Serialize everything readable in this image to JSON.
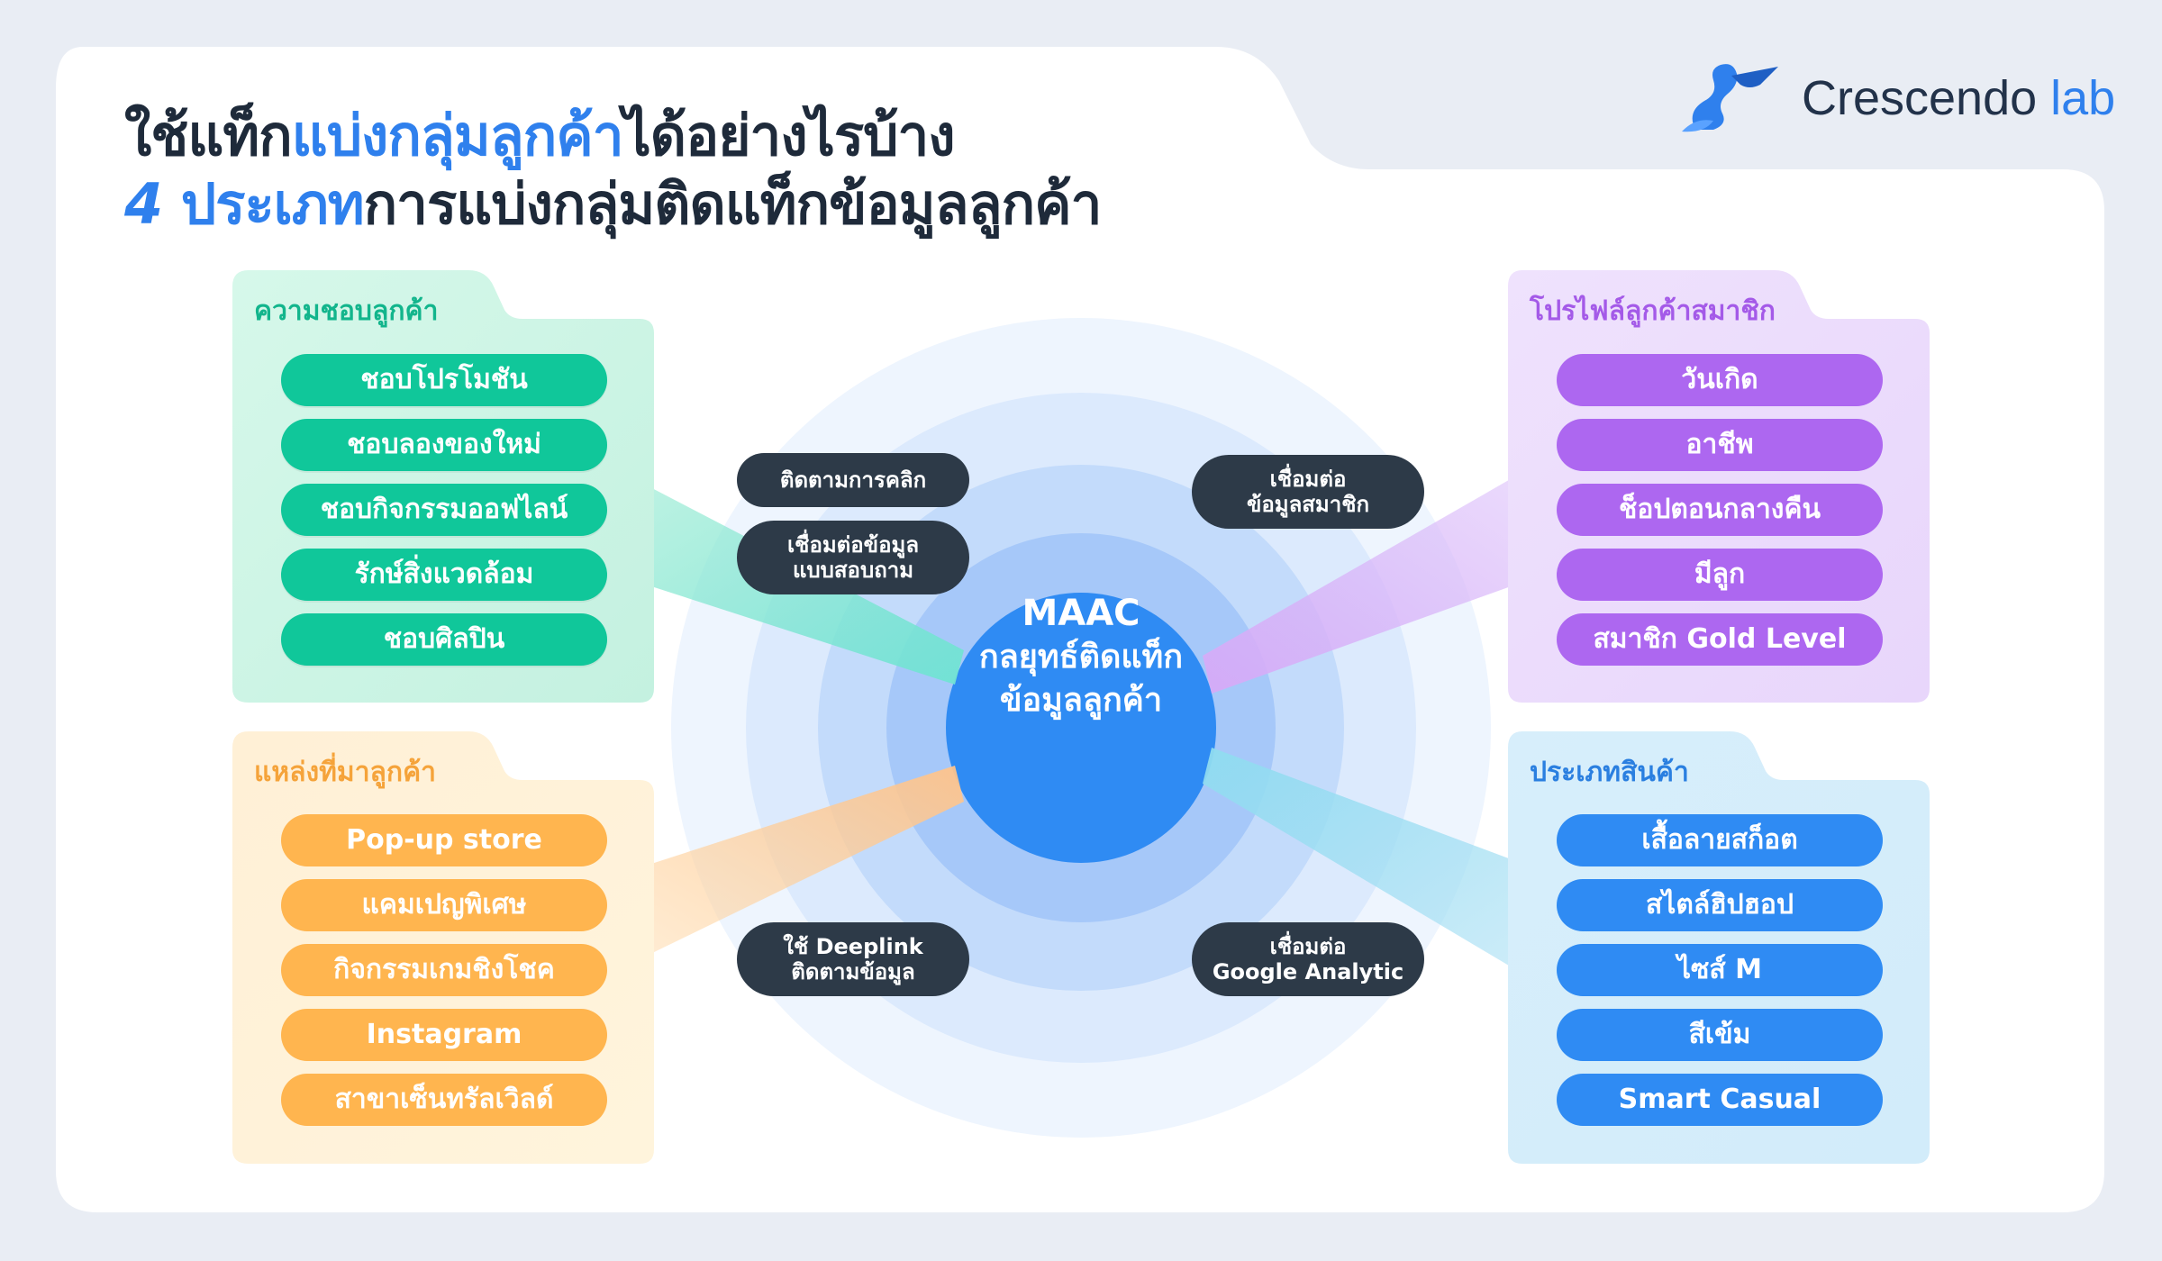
{
  "title": {
    "line1_prefix": "ใช้แท็ก",
    "line1_highlight": "แบ่งกลุ่มลูกค้า",
    "line1_suffix": "ได้อย่างไรบ้าง",
    "line2_num": "4",
    "line2_highlight": " ประเภท",
    "line2_suffix": "การแบ่งกลุ่มติดแท็กข้อมูลลูกค้า"
  },
  "logo": {
    "name": "Crescendo",
    "suffix": " lab"
  },
  "center": {
    "line1": "MAAC",
    "line2": "กลยุทธ์ติดแท็ก",
    "line3": "ข้อมูลลูกค้า"
  },
  "connectors": [
    {
      "label": "ติดตามการคลิก"
    },
    {
      "label": "เชื่อมต่อข้อมูล\nแบบสอบถาม"
    },
    {
      "label": "เชื่อมต่อ\nข้อมูลสมาชิก"
    },
    {
      "label": "ใช้ Deeplink\nติดตามข้อมูล"
    },
    {
      "label": "เชื่อมต่อ\nGoogle Analytic"
    }
  ],
  "groups": {
    "interests": {
      "title": "ความชอบลูกค้า",
      "items": [
        "ชอบโปรโมชัน",
        "ชอบลองของใหม่",
        "ชอบกิจกรรมออฟไลน์",
        "รักษ์สิ่งแวดล้อม",
        "ชอบศิลปิน"
      ]
    },
    "sources": {
      "title": "แหล่งที่มาลูกค้า",
      "items": [
        "Pop-up store",
        "แคมเปญพิเศษ",
        "กิจกรรมเกมชิงโชค",
        "Instagram",
        "สาขาเซ็นทรัลเวิลด์"
      ]
    },
    "profile": {
      "title": "โปรไฟล์ลูกค้าสมาชิก",
      "items": [
        "วันเกิด",
        "อาชีพ",
        "ช็อปตอนกลางคืน",
        "มีลูก",
        "สมาชิก Gold Level"
      ]
    },
    "products": {
      "title": "ประเภทสินค้า",
      "items": [
        "เสื้อลายสก็อต",
        "สไตล์ฮิปฮอป",
        "ไซส์ M",
        "สีเข้ม",
        "Smart Casual"
      ]
    }
  },
  "colors": {
    "green": "#10c79a",
    "orange": "#ffb54f",
    "purple": "#ad67f0",
    "blue": "#2f8bf3",
    "dark": "#2d3a48",
    "title": "#1e2a3a",
    "highlight": "#2f80ed"
  },
  "icons": {
    "logo": "crescendo-lab-bird-icon"
  }
}
